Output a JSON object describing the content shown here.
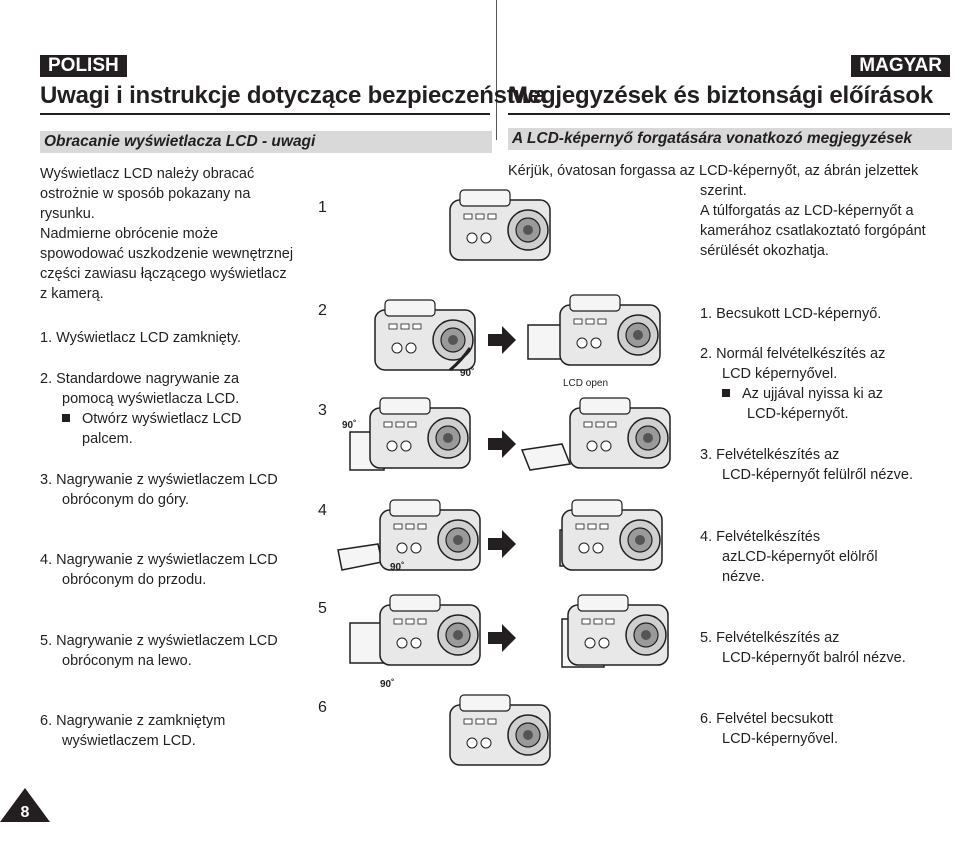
{
  "header": {
    "left_badge": "POLISH",
    "right_badge": "MAGYAR",
    "left_title": "Uwagi i instrukcje dotyczące bezpieczeństwa",
    "right_title": "Megjegyzések és biztonsági előírások"
  },
  "polish": {
    "section": "Obracanie wyświetlacza LCD - uwagi",
    "intro": [
      "Wyświetlacz LCD należy obracać",
      "ostrożnie w sposób pokazany na",
      "rysunku.",
      "Nadmierne obrócenie może",
      "spowodować uszkodzenie wewnętrznej",
      "części zawiasu łączącego wyświetlacz",
      "z kamerą."
    ],
    "step1": "1.  Wyświetlacz LCD zamknięty.",
    "step2_l1": "2.  Standardowe nagrywanie za",
    "step2_l2": "pomocą wyświetlacza LCD.",
    "step2_b1": "Otwórz wyświetlacz LCD",
    "step2_b2": "palcem.",
    "step3_l1": "3.  Nagrywanie z wyświetlaczem LCD",
    "step3_l2": "obróconym do góry.",
    "step4_l1": "4.  Nagrywanie z wyświetlaczem LCD",
    "step4_l2": "obróconym do przodu.",
    "step5_l1": "5.  Nagrywanie z wyświetlaczem LCD",
    "step5_l2": "obróconym na lewo.",
    "step6_l1": "6.  Nagrywanie z zamkniętym",
    "step6_l2": "wyświetlaczem LCD."
  },
  "hungarian": {
    "section": "A LCD-képernyő forgatására vonatkozó megjegyzések",
    "intro1": "Kérjük, óvatosan forgassa az LCD-képernyőt, az ábrán jelzettek",
    "intro2": "szerint.",
    "intro3": "A túlforgatás az LCD-képernyőt a",
    "intro4": "kamerához csatlakoztató forgópánt",
    "intro5": "sérülését okozhatja.",
    "step1": "1.  Becsukott LCD-képernyő.",
    "step2_l1": "2.  Normál felvételkészítés az",
    "step2_l2": "LCD képernyővel.",
    "step2_b1": "Az ujjával nyissa ki az",
    "step2_b2": "LCD-képernyőt.",
    "step3_l1": "3.  Felvételkészítés az",
    "step3_l2": "LCD-képernyőt felülről nézve.",
    "step4_l1": "4.  Felvételkészítés",
    "step4_l2": "azLCD-képernyőt elölről",
    "step4_l3": "nézve.",
    "step5_l1": "5.  Felvételkészítés az",
    "step5_l2": "LCD-képernyőt balról nézve.",
    "step6_l1": "6.  Felvétel becsukott",
    "step6_l2": "LCD-képernyővel."
  },
  "figure": {
    "nums": [
      "1",
      "2",
      "3",
      "4",
      "5",
      "6"
    ],
    "deg90": "90˚",
    "lcd_open": "LCD open"
  },
  "page_number": "8"
}
